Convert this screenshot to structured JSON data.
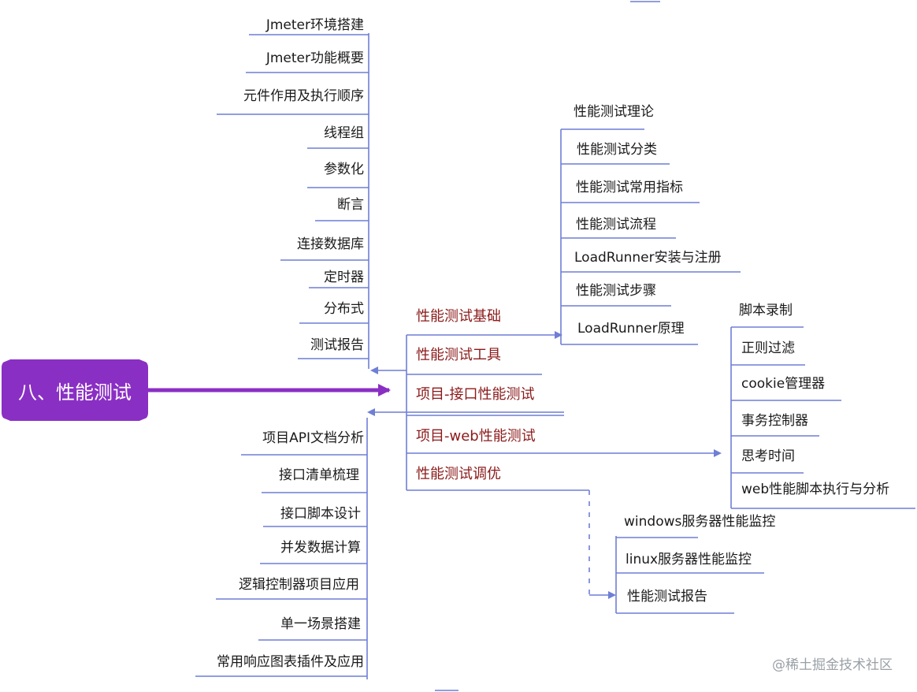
{
  "root": {
    "label": "八、性能测试",
    "color": "#8a2fc4"
  },
  "branches": [
    "性能测试基础",
    "性能测试工具",
    "项目-接口性能测试",
    "项目-web性能测试",
    "性能测试调优"
  ],
  "jmeter_topics": [
    "Jmeter环境搭建",
    "Jmeter功能概要",
    "元件作用及执行顺序",
    "线程组",
    "参数化",
    "断言",
    "连接数据库",
    "定时器",
    "分布式",
    "测试报告"
  ],
  "api_project_topics": [
    "项目API文档分析",
    "接口清单梳理",
    "接口脚本设计",
    "并发数据计算",
    "逻辑控制器项目应用",
    "单一场景搭建",
    "常用响应图表插件及应用"
  ],
  "basics_topics": [
    "性能测试理论",
    "性能测试分类",
    "性能测试常用指标",
    "性能测试流程",
    "LoadRunner安装与注册",
    "性能测试步骤",
    "LoadRunner原理"
  ],
  "web_project_topics": [
    "脚本录制",
    "正则过滤",
    "cookie管理器",
    "事务控制器",
    "思考时间",
    "web性能脚本执行与分析"
  ],
  "tuning_topics": [
    "windows服务器性能监控",
    "linux服务器性能监控",
    "性能测试报告"
  ],
  "watermark": "@稀土掘金技术社区",
  "colors": {
    "line": "#6f7fd6",
    "branch_text": "#8b1a1a",
    "root": "#8a2fc4"
  }
}
